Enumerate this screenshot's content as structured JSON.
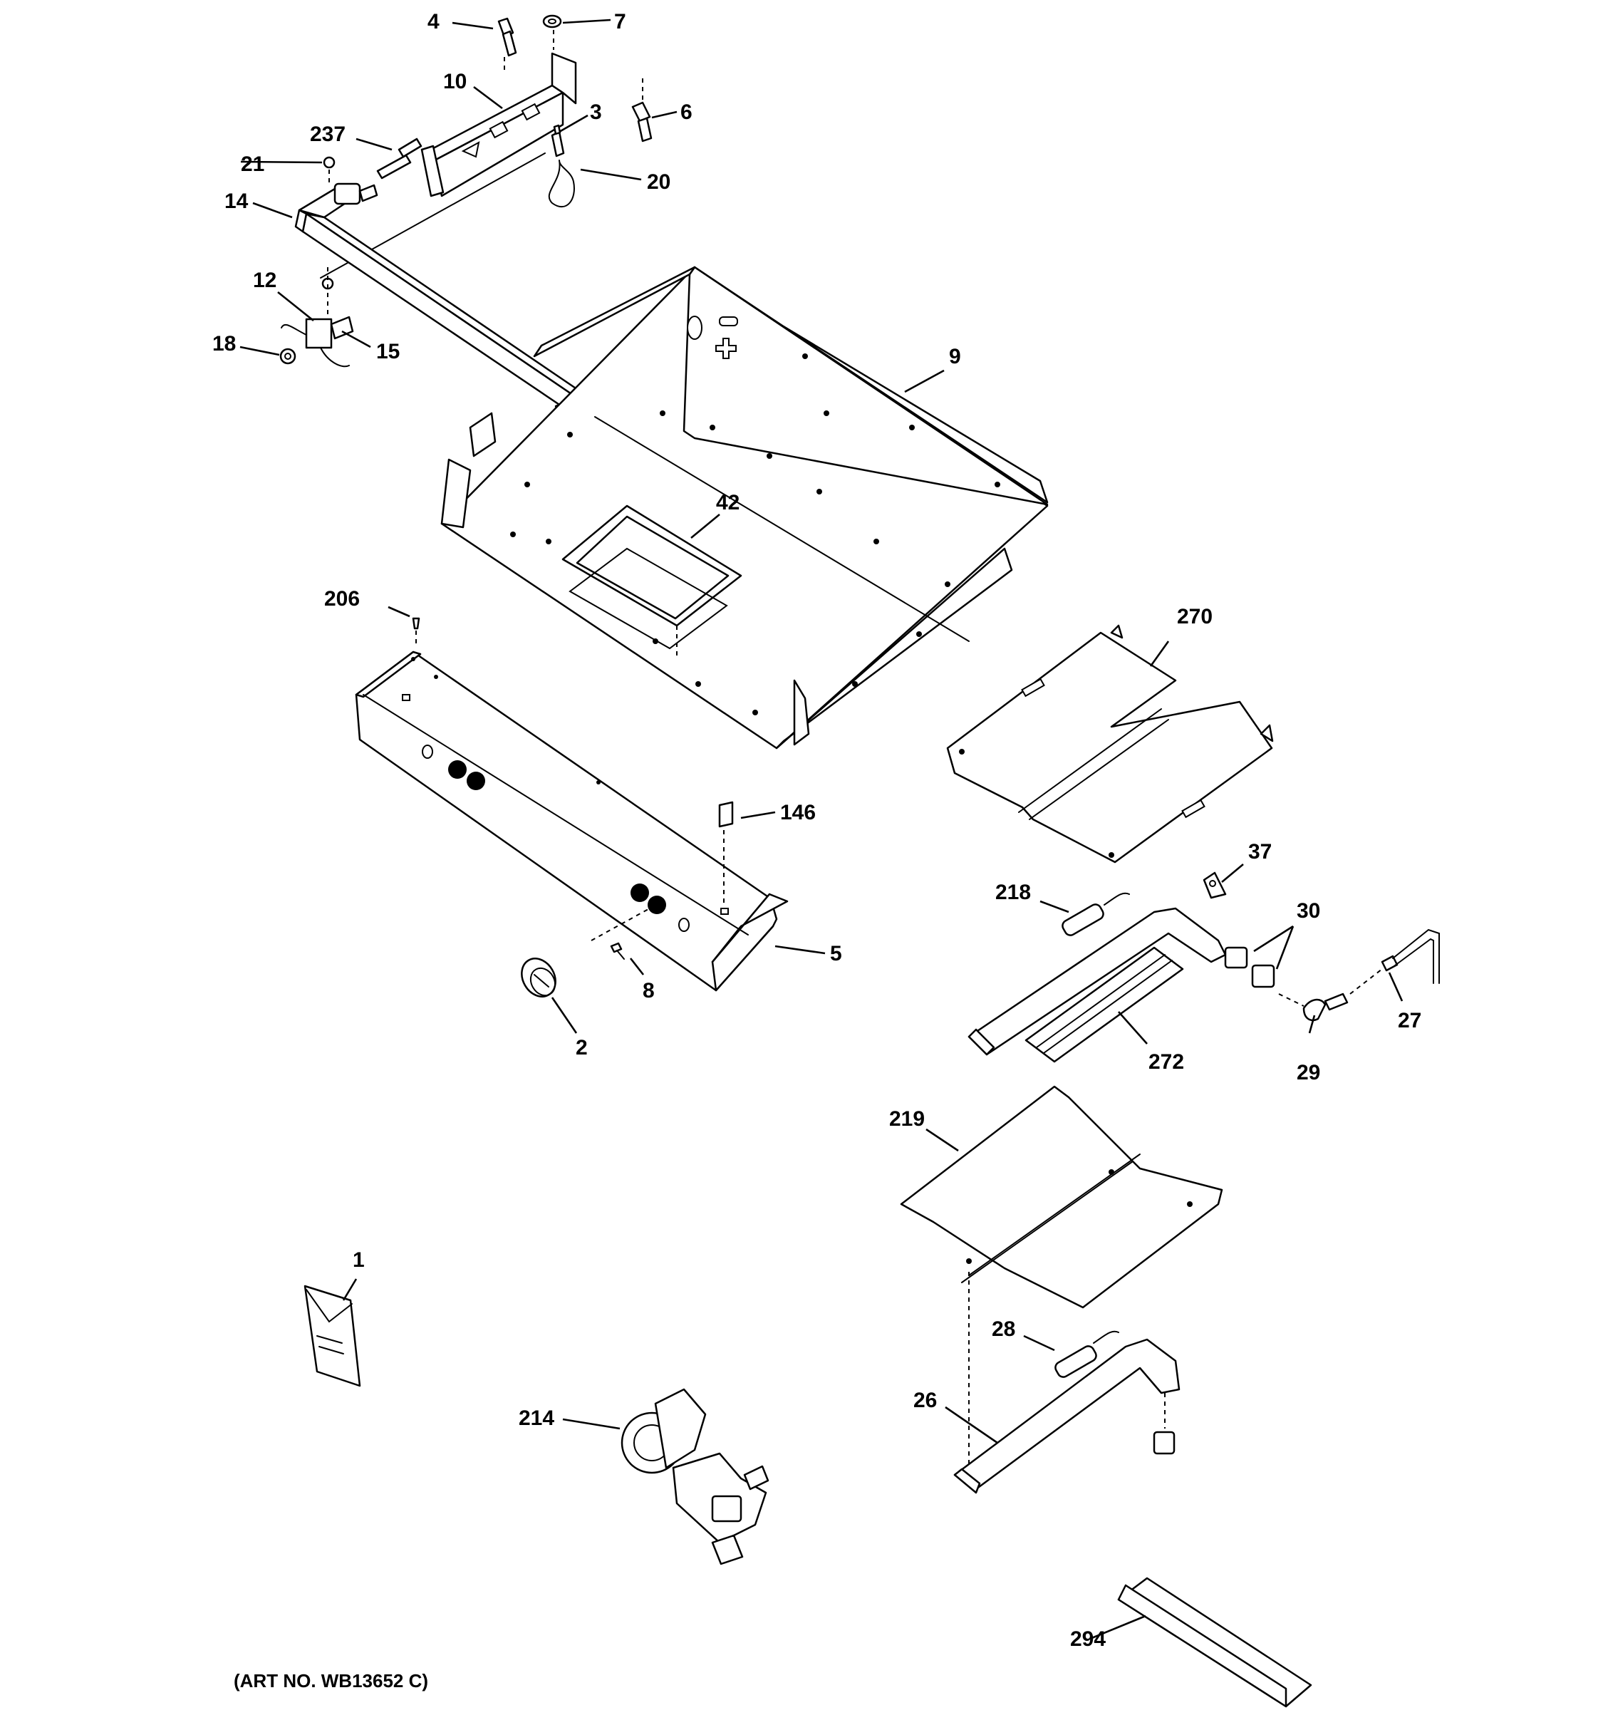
{
  "diagram": {
    "art_number": "(ART NO. WB13652 C)",
    "callouts": {
      "c1": "1",
      "c2": "2",
      "c3": "3",
      "c4": "4",
      "c5": "5",
      "c6": "6",
      "c7": "7",
      "c8": "8",
      "c9": "9",
      "c10": "10",
      "c12": "12",
      "c14": "14",
      "c15": "15",
      "c18": "18",
      "c20": "20",
      "c21": "21",
      "c26": "26",
      "c27": "27",
      "c28": "28",
      "c29": "29",
      "c30": "30",
      "c37": "37",
      "c42": "42",
      "c146": "146",
      "c206": "206",
      "c214": "214",
      "c218": "218",
      "c219": "219",
      "c237": "237",
      "c270": "270",
      "c272": "272",
      "c294": "294"
    }
  }
}
